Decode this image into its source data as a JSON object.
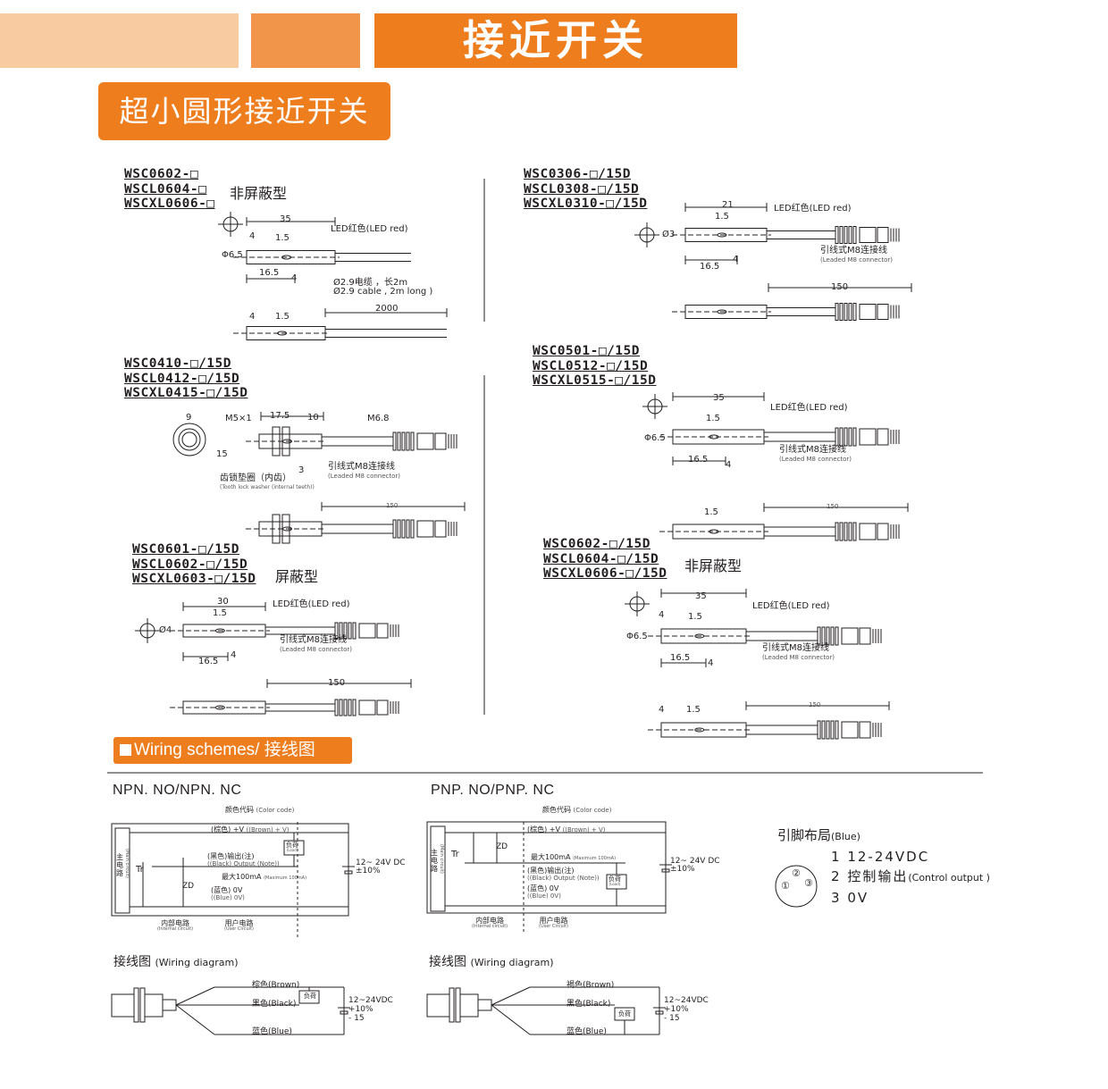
{
  "header": {
    "title": "接近开关",
    "subtitle": "超小圆形接近开关",
    "colors": {
      "light": "#f8cba0",
      "mid": "#f0954a",
      "dark": "#ee7d1e"
    }
  },
  "sections": [
    {
      "models": [
        "WSC0602-□",
        "WSCL0604-□",
        "WSCXL0606-□"
      ],
      "type": "非屏蔽型",
      "dims": [
        "35",
        "4",
        "1.5",
        "Φ6.5",
        "16.5",
        "4",
        "4",
        "1.5",
        "2000"
      ],
      "led": "LED红色(LED red)",
      "cable_cn": "Ø2.9电缆 ，长2m",
      "cable_en": "Ø2.9 cable , 2m long )"
    },
    {
      "models": [
        "WSC0306-□/15D",
        "WSCL0308-□/15D",
        "WSCXL0310-□/15D"
      ],
      "dims": [
        "21",
        "1.5",
        "Ø3",
        "16.5",
        "4",
        "150"
      ],
      "led": "LED红色(LED red)",
      "conn_cn": "引线式M8连接线",
      "conn_en": "(Leaded M8 connector)"
    },
    {
      "models": [
        "WSC0410-□/15D",
        "WSCL0412-□/15D",
        "WSCXL0415-□/15D"
      ],
      "dims": [
        "9",
        "15",
        "M5×1",
        "17.5",
        "10",
        "M6.8",
        "3",
        "150"
      ],
      "washer_cn": "齿锁垫圈（内齿）",
      "washer_en": "(Tooth lock washer (internal teeth))",
      "conn_cn": "引线式M8连接线",
      "conn_en": "(Leaded M8 connector)"
    },
    {
      "models": [
        "WSC0501-□/15D",
        "WSCL0512-□/15D",
        "WSCXL0515-□/15D"
      ],
      "dims": [
        "35",
        "1.5",
        "Φ6.5",
        "16.5",
        "4",
        "1.5",
        "150"
      ],
      "led": "LED红色(LED red)",
      "conn_cn": "引线式M8连接线",
      "conn_en": "(Leaded M8 connector)"
    },
    {
      "models": [
        "WSC0601-□/15D",
        "WSCL0602-□/15D",
        "WSCXL0603-□/15D"
      ],
      "type": "屏蔽型",
      "dims": [
        "30",
        "1.5",
        "Ø4",
        "16.5",
        "4",
        "150"
      ],
      "led": "LED红色(LED red)",
      "conn_cn": "引线式M8连接线",
      "conn_en": "(Leaded M8 connector)"
    },
    {
      "models": [
        "WSC0602-□/15D",
        "WSCL0604-□/15D",
        "WSCXL0606-□/15D"
      ],
      "type": "非屏蔽型",
      "dims": [
        "35",
        "4",
        "1.5",
        "Φ6.5",
        "16.5",
        "4",
        "4",
        "1.5",
        "150"
      ],
      "led": "LED红色(LED red)",
      "conn_cn": "引线式M8连接线",
      "conn_en": "(Leaded M8 connector)"
    }
  ],
  "wiring": {
    "banner": "Wiring schemes/ 接线图",
    "npn": {
      "title": "NPN. NO/NPN. NC"
    },
    "pnp": {
      "title": "PNP. NO/PNP. NC"
    },
    "circuit": {
      "color_code": "颜色代码",
      "color_code_en": "(Color code)",
      "brown": "(棕色) +V",
      "brown_en": "((Brown) + V)",
      "black": "(黑色)输出(注)",
      "black_en": "((Black) Output (Note))",
      "blue": "(蓝色) 0V",
      "blue_en": "((Blue) 0V)",
      "max": "最大100mA",
      "max_en": "(Maximum 100mA)",
      "load": "负荷",
      "load_en": "(Load)",
      "supply": "12~ 24V DC",
      "tol": "±10%",
      "tr": "Tr",
      "zd": "ZD",
      "main": "主电路",
      "main_en": "(Main circuit)",
      "internal": "内部电路",
      "internal_en": "(Internal circuit)",
      "user": "用户电路",
      "user_en": "(User Circuit)"
    },
    "pinout": {
      "title": "引脚布局",
      "title_en": "(Blue)",
      "pins": [
        {
          "n": "1",
          "label": "12-24VDC"
        },
        {
          "n": "2",
          "label": "控制输出",
          "label_en": "(Control output )"
        },
        {
          "n": "3",
          "label": "0V"
        }
      ],
      "pin_marks": [
        "①",
        "②",
        "③"
      ]
    },
    "diagram": {
      "title": "接线图",
      "title_en": "(Wiring diagram)",
      "brown_npn": "棕色(Brown)",
      "brown_pnp": "褐色(Brown)",
      "black": "黑色(Black)",
      "blue": "蓝色(Blue)",
      "supply": "12~24VDC",
      "tol1": "+10%",
      "tol2": "- 15",
      "load": "负荷"
    }
  }
}
